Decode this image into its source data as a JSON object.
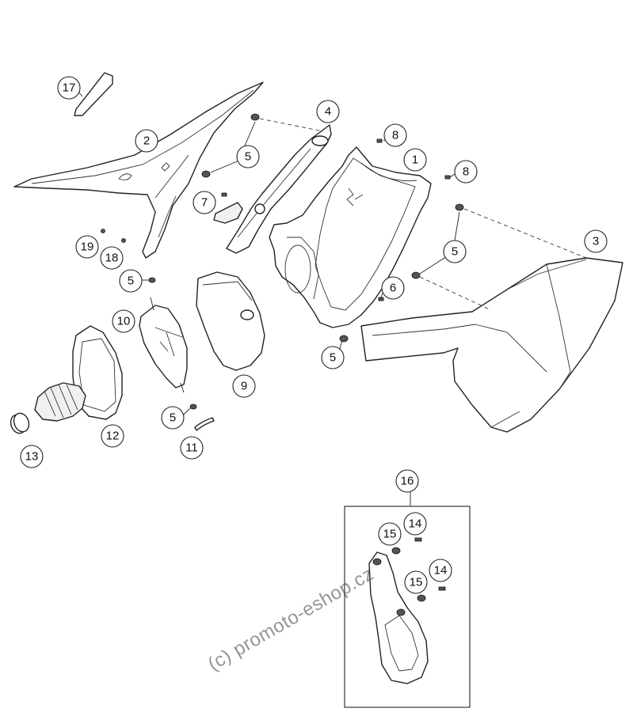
{
  "callouts": [
    {
      "id": "17",
      "label": "17"
    },
    {
      "id": "2",
      "label": "2"
    },
    {
      "id": "4",
      "label": "4"
    },
    {
      "id": "5a",
      "label": "5"
    },
    {
      "id": "8a",
      "label": "8"
    },
    {
      "id": "1",
      "label": "1"
    },
    {
      "id": "8b",
      "label": "8"
    },
    {
      "id": "7",
      "label": "7"
    },
    {
      "id": "3",
      "label": "3"
    },
    {
      "id": "5b",
      "label": "5"
    },
    {
      "id": "19",
      "label": "19"
    },
    {
      "id": "18",
      "label": "18"
    },
    {
      "id": "5c",
      "label": "5"
    },
    {
      "id": "6",
      "label": "6"
    },
    {
      "id": "10",
      "label": "10"
    },
    {
      "id": "5d",
      "label": "5"
    },
    {
      "id": "9",
      "label": "9"
    },
    {
      "id": "5e",
      "label": "5"
    },
    {
      "id": "12",
      "label": "12"
    },
    {
      "id": "11",
      "label": "11"
    },
    {
      "id": "13",
      "label": "13"
    },
    {
      "id": "16",
      "label": "16"
    },
    {
      "id": "15a",
      "label": "15"
    },
    {
      "id": "14a",
      "label": "14"
    },
    {
      "id": "15b",
      "label": "15"
    },
    {
      "id": "14b",
      "label": "14"
    }
  ],
  "watermark": "(c) promoto-eshop.cz"
}
